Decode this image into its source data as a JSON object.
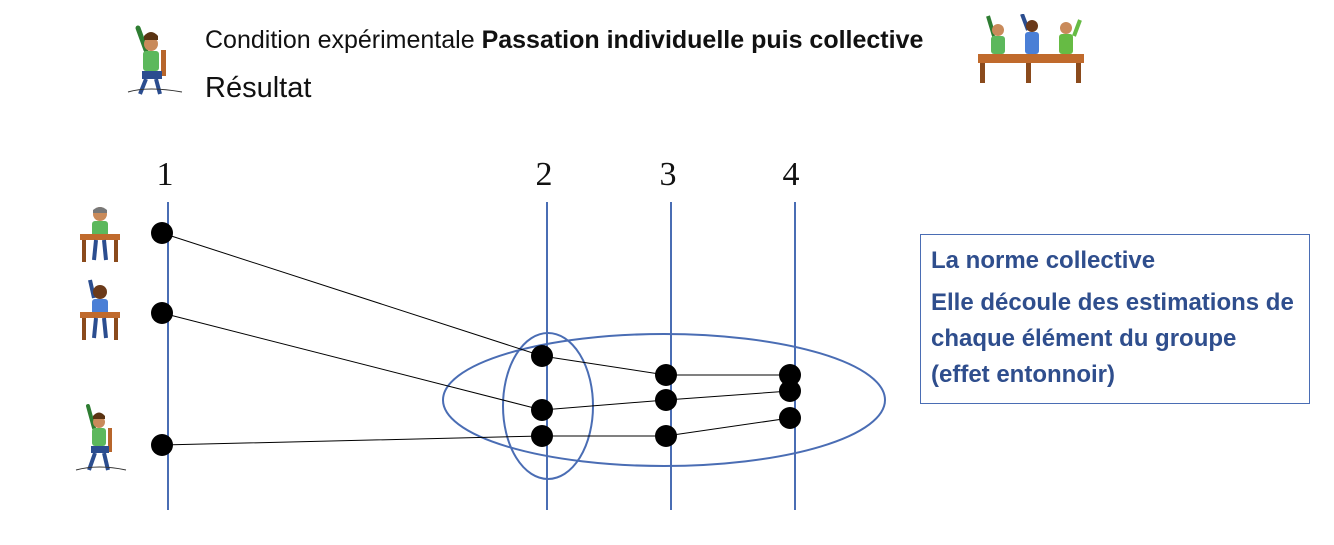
{
  "header": {
    "title_prefix": "Condition expérimentale ",
    "title_bold": "Passation individuelle puis collective",
    "subtitle": "Résultat"
  },
  "stages": [
    "1",
    "2",
    "3",
    "4"
  ],
  "participants": [
    {
      "name": "participant-1",
      "estimates_order": [
        1,
        1,
        1,
        1
      ]
    },
    {
      "name": "participant-2",
      "estimates_order": [
        2,
        2,
        2,
        2
      ]
    },
    {
      "name": "participant-3",
      "estimates_order": [
        3,
        3,
        3,
        3
      ]
    }
  ],
  "norm_box": {
    "title": "La norme collective",
    "text": "Elle découle des estimations de chaque élément du groupe",
    "note": "(effet entonnoir)"
  },
  "colors": {
    "accent": "#4a6db4",
    "box_text": "#2f4e8d",
    "dot": "#000000"
  }
}
